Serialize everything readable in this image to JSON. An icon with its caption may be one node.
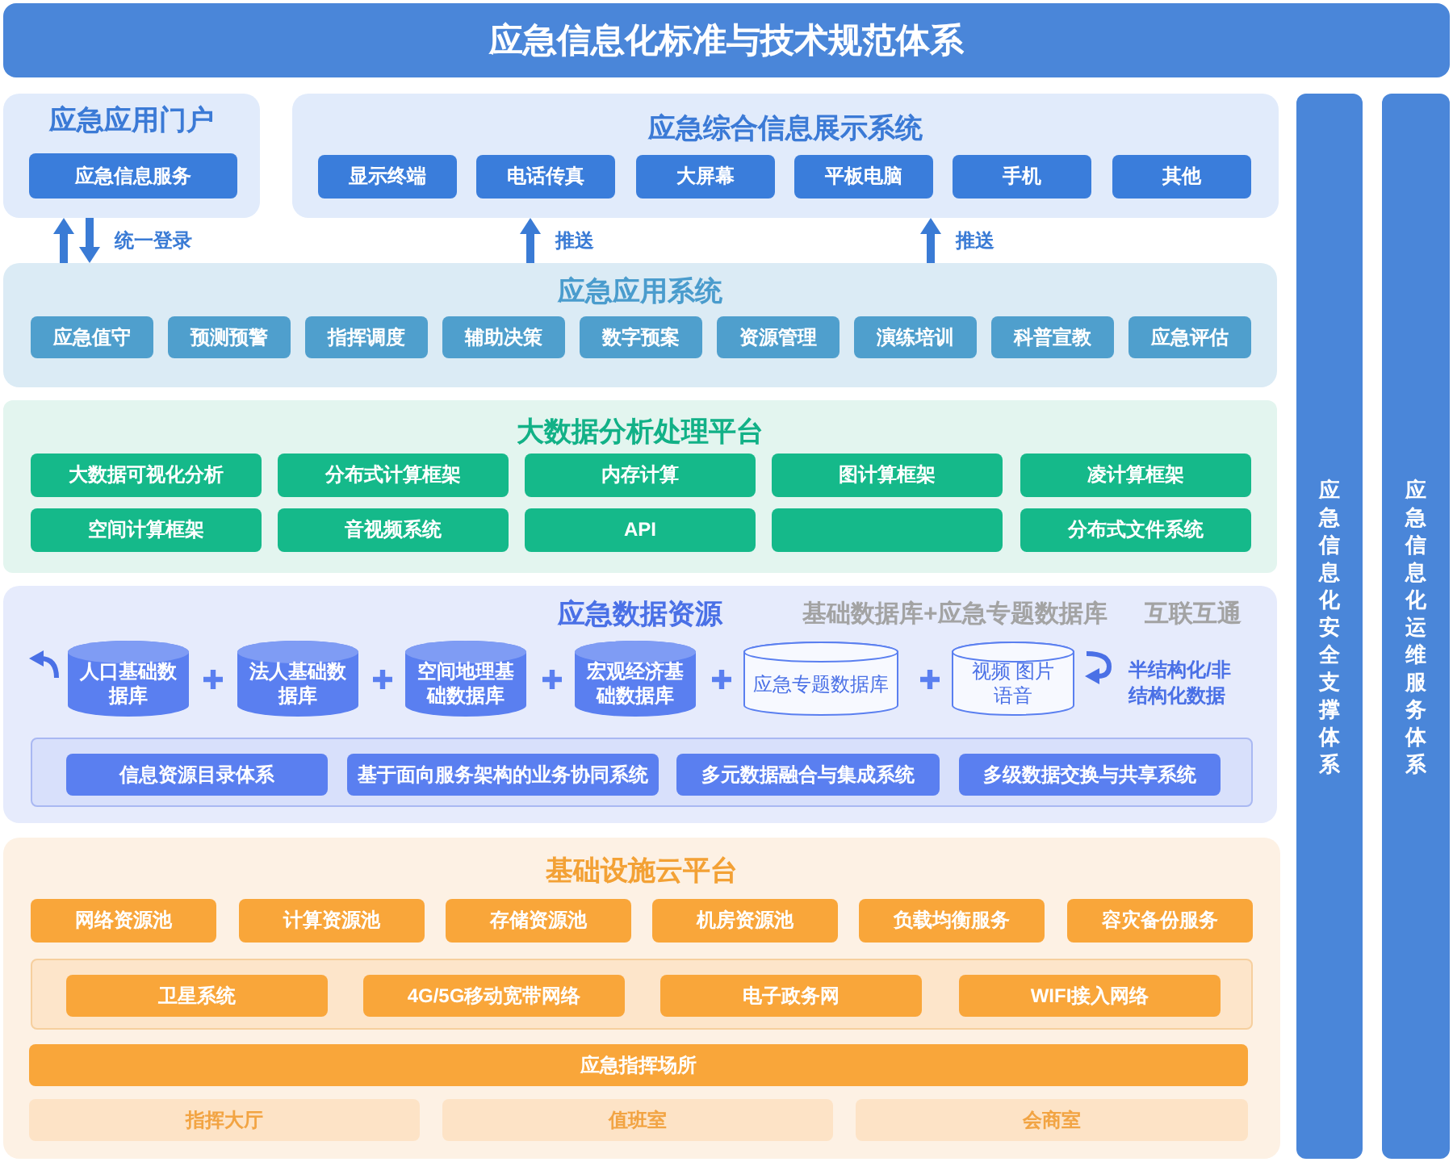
{
  "diagram": {
    "nodes": [
      {
        "text": [
          "应急信息化标准与技术规范体系"
        ]
      },
      {
        "text": [
          "应急应用门户"
        ]
      },
      {
        "text": [
          "应急信息服务"
        ],
        "in": 1
      },
      {
        "text": [
          "应急综合信息展示系统"
        ]
      },
      {
        "text": [
          "显示终端"
        ],
        "in": 3
      },
      {
        "text": [
          "电话传真"
        ],
        "in": 3
      },
      {
        "text": [
          "大屏幕"
        ],
        "in": 3
      },
      {
        "text": [
          "平板电脑"
        ],
        "in": 3
      },
      {
        "text": [
          "手机"
        ],
        "in": 3
      },
      {
        "text": [
          "其他"
        ],
        "in": 3
      },
      {
        "text": [
          "应急应用系统"
        ]
      },
      {
        "text": [
          "应急值守"
        ],
        "in": 10
      },
      {
        "text": [
          "预测预警"
        ],
        "in": 10
      },
      {
        "text": [
          "指挥调度"
        ],
        "in": 10
      },
      {
        "text": [
          "辅助决策"
        ],
        "in": 10
      },
      {
        "text": [
          "数字预案"
        ],
        "in": 10
      },
      {
        "text": [
          "资源管理"
        ],
        "in": 10
      },
      {
        "text": [
          "演练培训"
        ],
        "in": 10
      },
      {
        "text": [
          "科普宣教"
        ],
        "in": 10
      },
      {
        "text": [
          "应急评估"
        ],
        "in": 10
      },
      {
        "text": [
          "大数据分析处理平台"
        ]
      },
      {
        "text": [
          "大数据可视化分析"
        ],
        "in": 20
      },
      {
        "text": [
          "分布式计算框架"
        ],
        "in": 20
      },
      {
        "text": [
          "内存计算"
        ],
        "in": 20
      },
      {
        "text": [
          "图计算框架"
        ],
        "in": 20
      },
      {
        "text": [
          "凌计算框架"
        ],
        "in": 20
      },
      {
        "text": [
          "空间计算框架"
        ],
        "in": 20
      },
      {
        "text": [
          "音视频系统"
        ],
        "in": 20
      },
      {
        "text": [
          "API"
        ],
        "in": 20
      },
      {
        "text": [],
        "shape": "box",
        "in": 20
      },
      {
        "text": [
          "分布式文件系统"
        ],
        "in": 20
      },
      {
        "text": [
          "应急数据资源",
          "基础数据库+应急专题数据库",
          "互联互通"
        ]
      },
      {
        "text": [
          "人口基础数据库"
        ],
        "in": 31
      },
      {
        "text": [
          "法人基础数据库"
        ],
        "in": 31
      },
      {
        "text": [
          "空间地理基础数据库"
        ],
        "in": 31
      },
      {
        "text": [
          "宏观经济基础数据库"
        ],
        "in": 31
      },
      {
        "text": [
          "应急专题数据库"
        ],
        "in": 31
      },
      {
        "text": [
          "视频 图片语音"
        ],
        "in": 31
      },
      {
        "text": [],
        "shape": "box",
        "in": 31
      },
      {
        "text": [
          "信息资源目录体系"
        ],
        "in": 38
      },
      {
        "text": [
          "基于面向服务架构的业务协同系统"
        ],
        "in": 38
      },
      {
        "text": [
          "多元数据融合与集成系统"
        ],
        "in": 38
      },
      {
        "text": [
          "多级数据交换与共享系统"
        ],
        "in": 38
      },
      {
        "text": [
          "基础设施云平台"
        ]
      },
      {
        "text": [
          "网络资源池"
        ],
        "in": 43
      },
      {
        "text": [
          "计算资源池"
        ],
        "in": 43
      },
      {
        "text": [
          "存储资源池"
        ],
        "in": 43
      },
      {
        "text": [
          "机房资源池"
        ],
        "in": 43
      },
      {
        "text": [
          "负载均衡服务"
        ],
        "in": 43
      },
      {
        "text": [
          "容灾备份服务"
        ],
        "in": 43
      },
      {
        "text": [],
        "shape": "box",
        "in": 43
      },
      {
        "text": [
          "卫星系统"
        ],
        "in": 50
      },
      {
        "text": [
          "4G/5G移动宽带网络"
        ],
        "in": 50
      },
      {
        "text": [
          "电子政务网"
        ],
        "in": 50
      },
      {
        "text": [
          "WIFI接入网络"
        ],
        "in": 50
      },
      {
        "text": [
          "应急指挥场所"
        ],
        "in": 43
      },
      {
        "text": [
          "指挥大厅"
        ],
        "in": 43
      },
      {
        "text": [
          "值班室"
        ],
        "in": 43
      },
      {
        "text": [
          "会商室"
        ],
        "in": 43
      },
      {
        "text": [
          "应急信息化安全支撑体系"
        ]
      },
      {
        "text": [
          "应急信息化运维服务体系"
        ]
      }
    ],
    "edges": [
      {
        "from": 10,
        "to": 1,
        "arrow": "to"
      },
      {
        "from": 1,
        "to": 10,
        "arrow": "to",
        "label": "统一登录"
      },
      {
        "from": 10,
        "to": 3,
        "arrow": "to",
        "label": "推送"
      },
      {
        "from": 10,
        "to": 3,
        "arrow": "to",
        "label": "推送"
      }
    ],
    "labels": [
      "半结构化/非结构化数据"
    ]
  }
}
